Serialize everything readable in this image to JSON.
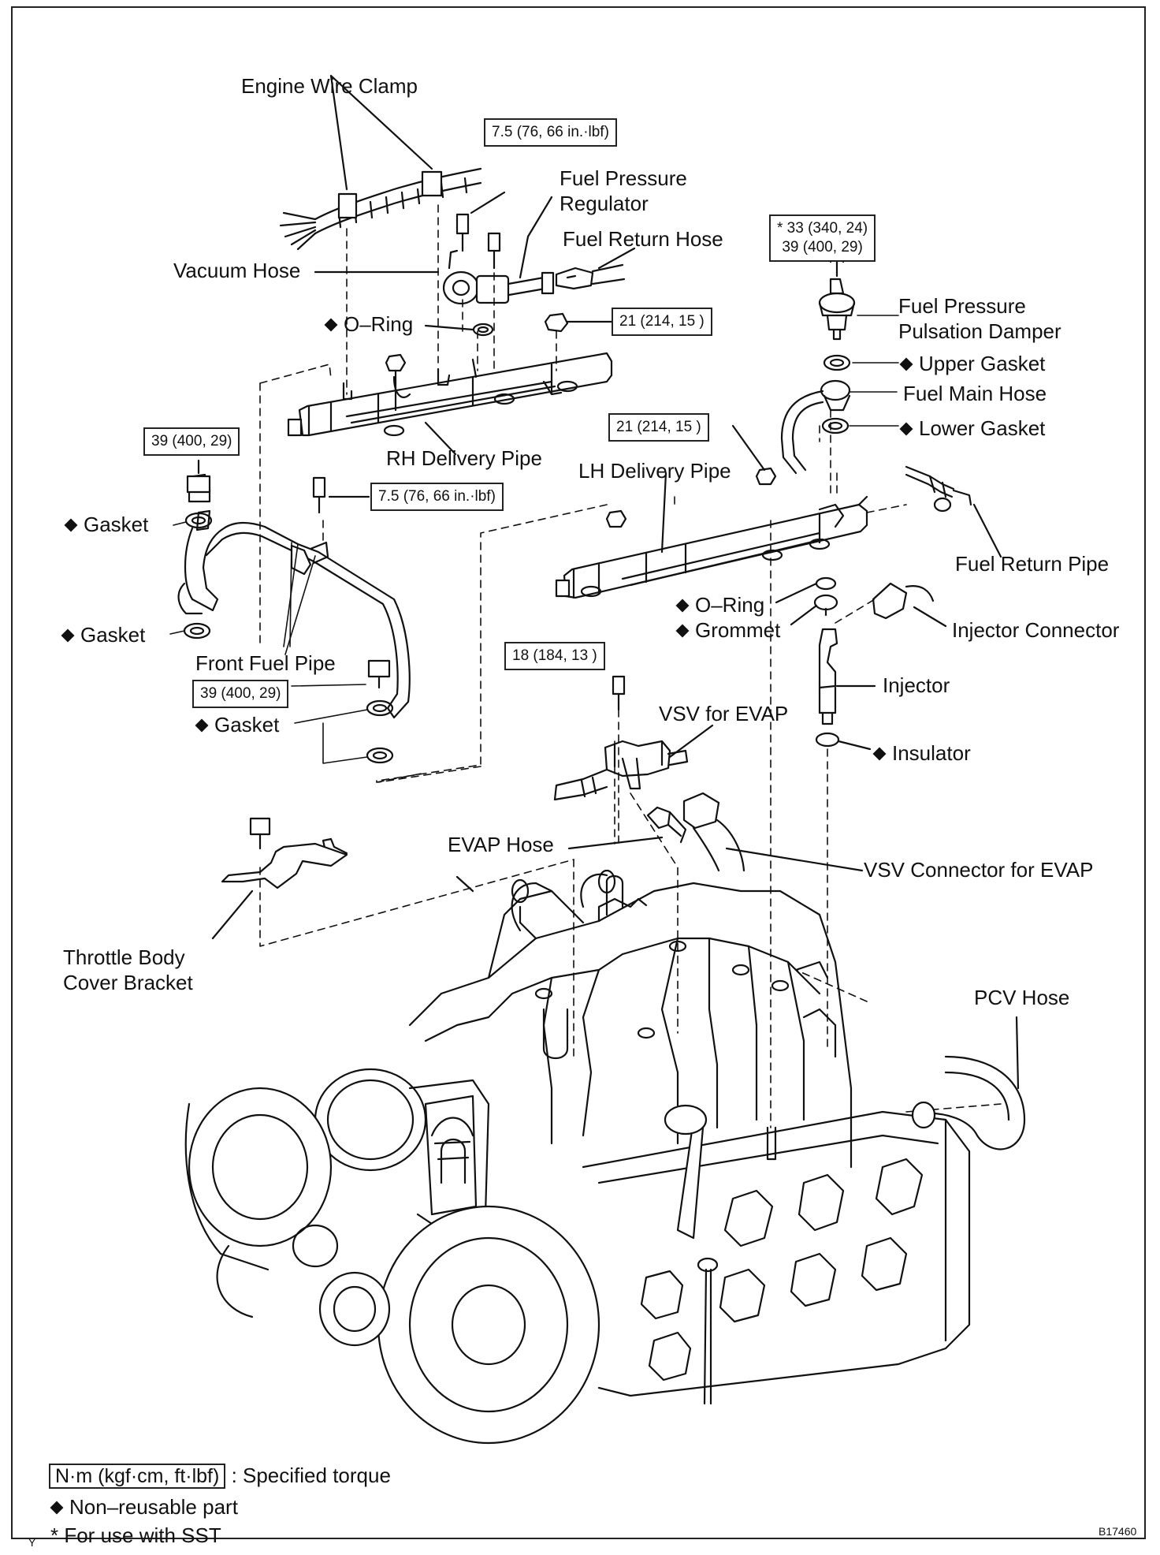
{
  "labels": {
    "engine_wire_clamp": "Engine Wire Clamp",
    "fuel_pressure_regulator": [
      "Fuel Pressure",
      "Regulator"
    ],
    "fuel_return_hose": "Fuel Return Hose",
    "vacuum_hose": "Vacuum Hose",
    "o_ring_upper": "O–Ring",
    "fuel_pressure_pulsation_damper": [
      "Fuel Pressure",
      "Pulsation Damper"
    ],
    "upper_gasket": "Upper Gasket",
    "fuel_main_hose": "Fuel Main Hose",
    "lower_gasket": "Lower Gasket",
    "rh_delivery_pipe": "RH Delivery Pipe",
    "lh_delivery_pipe": "LH Delivery Pipe",
    "gasket_upper": "Gasket",
    "gasket_middle": "Gasket",
    "gasket_lower": "Gasket",
    "front_fuel_pipe": "Front Fuel Pipe",
    "fuel_return_pipe": "Fuel Return Pipe",
    "o_ring_lower": "O–Ring",
    "grommet": "Grommet",
    "injector_connector": "Injector Connector",
    "injector": "Injector",
    "vsv_for_evap": "VSV for EVAP",
    "insulator": "Insulator",
    "evap_hose": "EVAP Hose",
    "vsv_connector_for_evap": "VSV Connector for EVAP",
    "throttle_body_cover_bracket": [
      "Throttle Body",
      "Cover Bracket"
    ],
    "pcv_hose": "PCV Hose"
  },
  "torques": {
    "regulator_bolt": "7.5 (76, 66 in.·lbf)",
    "damper": [
      "* 33 (340, 24)",
      "39 (400, 29)"
    ],
    "rh_nut": "21 (214, 15 )",
    "lh_nut": "21 (214, 15 )",
    "front_pipe_bolt_upper": "39 (400, 29)",
    "front_pipe_clamp_bolt": "7.5 (76, 66 in.·lbf)",
    "front_pipe_bolt_lower": "39 (400, 29)",
    "vsv_bolt": "18 (184, 13 )"
  },
  "legend": {
    "torque_unit": "N·m (kgf·cm, ft·lbf)",
    "torque_desc": ": Specified torque",
    "non_reusable": "Non–reusable part",
    "sst": "* For use with SST"
  },
  "footer": {
    "code": "B17460",
    "mark": "Y"
  }
}
